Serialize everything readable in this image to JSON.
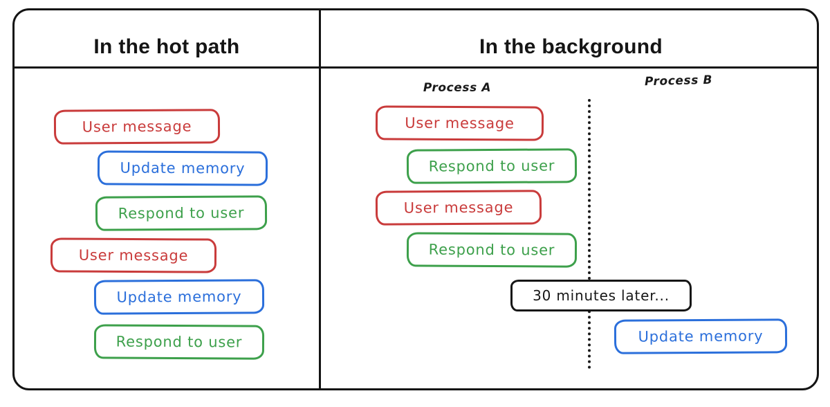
{
  "diagram": {
    "left_panel": {
      "title": "In the hot path",
      "boxes": [
        {
          "label": "User message",
          "color": "red"
        },
        {
          "label": "Update memory",
          "color": "blue"
        },
        {
          "label": "Respond to user",
          "color": "green"
        },
        {
          "label": "User message",
          "color": "red"
        },
        {
          "label": "Update memory",
          "color": "blue"
        },
        {
          "label": "Respond to user",
          "color": "green"
        }
      ]
    },
    "right_panel": {
      "title": "In the background",
      "process_a": {
        "label": "Process A",
        "boxes": [
          {
            "label": "User message",
            "color": "red"
          },
          {
            "label": "Respond to user",
            "color": "green"
          },
          {
            "label": "User message",
            "color": "red"
          },
          {
            "label": "Respond to user",
            "color": "green"
          }
        ]
      },
      "process_b": {
        "label": "Process B",
        "boxes": [
          {
            "label": "Update memory",
            "color": "blue"
          }
        ]
      },
      "timer_note": {
        "label": "30 minutes later...",
        "color": "black"
      }
    }
  },
  "colors": {
    "red": "#c93b3b",
    "green": "#3da04b",
    "blue": "#2b6fdb",
    "black": "#161616"
  }
}
